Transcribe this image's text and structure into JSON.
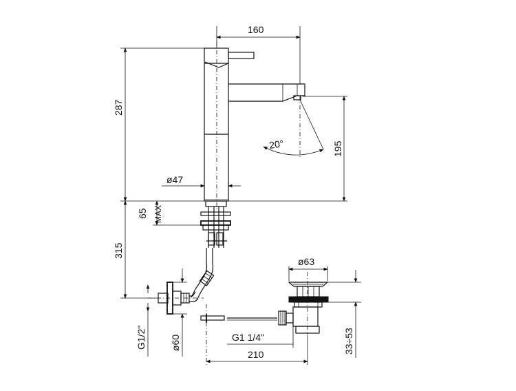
{
  "dimensions": {
    "spout_reach": "160",
    "overall_height": "287",
    "outlet_height": "195",
    "swivel_angle": "20°",
    "body_diameter": "ø47",
    "deck_thickness": "65",
    "deck_max": "MAX",
    "supply_depth": "315",
    "waste_diameter": "ø63",
    "supply_thread": "G1/2\"",
    "rosette_diameter": "ø60",
    "waste_thread": "G1 1/4\"",
    "waste_offset": "210",
    "waste_range": "33÷53"
  }
}
